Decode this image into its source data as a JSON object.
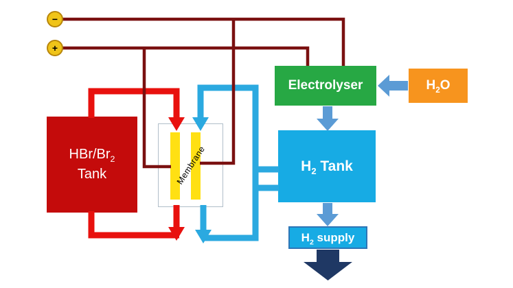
{
  "terminals": {
    "minus": {
      "label": "−"
    },
    "plus": {
      "label": "+"
    }
  },
  "boxes": {
    "hbr_tank": {
      "line1_pre": "HBr/Br",
      "line1_sub": "2",
      "line2": "Tank"
    },
    "membrane": {
      "label": "Membrane"
    },
    "electrolyser": {
      "label": "Electrolyser"
    },
    "h2o": {
      "pre": "H",
      "sub": "2",
      "post": "O"
    },
    "h2_tank": {
      "pre": "H",
      "sub": "2",
      "post": " Tank"
    },
    "h2_supply": {
      "pre": "H",
      "sub": "2",
      "post": " supply"
    }
  },
  "connections": [
    {
      "from": "h2o",
      "to": "electrolyser"
    },
    {
      "from": "electrolyser",
      "to": "h2_tank"
    },
    {
      "from": "h2_tank",
      "to": "h2_supply"
    },
    {
      "from": "h2_tank",
      "to": "membrane",
      "style": "circulation-loop"
    },
    {
      "from": "hbr_tank",
      "to": "membrane",
      "style": "circulation-loop"
    },
    {
      "from": "minus-terminal",
      "to": "membrane-right-electrode-and-electrolyser",
      "style": "wire"
    },
    {
      "from": "plus-terminal",
      "to": "membrane-left-electrode-and-electrolyser",
      "style": "wire"
    }
  ],
  "colors": {
    "wire": "#7a1010",
    "hbr_loop": "#e8110e",
    "h2_loop": "#2ba9e0",
    "flow_arrow": "#5b9bd5",
    "supply_arrow": "#1f3864",
    "electrode": "#ffe013",
    "terminal_fill": "#f0c419",
    "terminal_border": "#b8860b",
    "tank_red": "#c40b0b",
    "electrolyser_green": "#27a844",
    "h2o_orange": "#f7941e",
    "h2_blue": "#17abe4",
    "supply_border": "#2e75b6",
    "membrane_border": "#b0bec9"
  }
}
